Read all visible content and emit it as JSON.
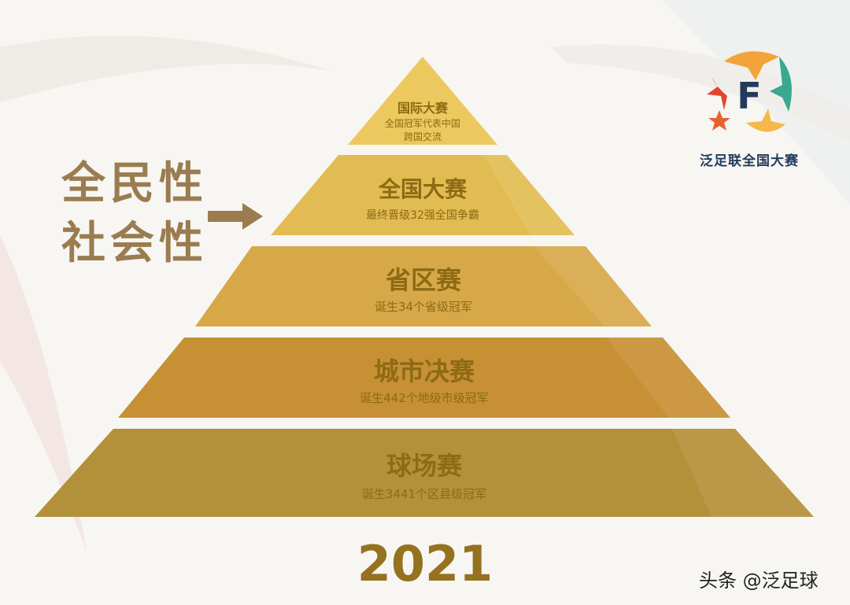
{
  "side_labels": [
    "全民性",
    "社会性"
  ],
  "tiers": [
    {
      "title": "国际大赛",
      "subtitle_lines": [
        "全国冠军代表中国",
        "跨国交流"
      ],
      "color": "#e8c35a"
    },
    {
      "title": "全国大赛",
      "subtitle_lines": [
        "最终晋级32强全国争霸"
      ],
      "color": "#e2b84f"
    },
    {
      "title": "省区赛",
      "subtitle_lines": [
        "诞生34个省级冠军"
      ],
      "color": "#d9a645"
    },
    {
      "title": "城市决赛",
      "subtitle_lines": [
        "诞生442个地级市级冠军"
      ],
      "color": "#c99234"
    },
    {
      "title": "球场赛",
      "subtitle_lines": [
        "诞生3441个区县级冠军"
      ],
      "color": "#b3923a"
    }
  ],
  "year": "2021",
  "logo": {
    "letter": "F",
    "name": "泛足联全国大赛"
  },
  "watermark": "头条 @泛足球",
  "icons": [
    "arrow-right-icon",
    "star-logo-icon"
  ]
}
